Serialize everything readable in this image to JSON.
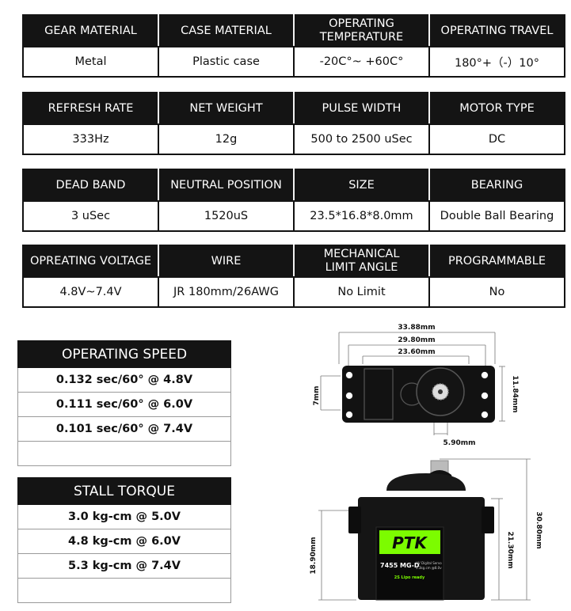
{
  "spec_tables": [
    {
      "headers": [
        [
          "GEAR MATERIAL"
        ],
        [
          "CASE MATERIAL"
        ],
        [
          "OPERATING",
          "TEMPERATURE"
        ],
        [
          "OPERATING TRAVEL"
        ]
      ],
      "values": [
        "Metal",
        "Plastic case",
        "-20C°~ +60C°",
        "180°+（-）10°"
      ]
    },
    {
      "headers": [
        [
          "REFRESH RATE"
        ],
        [
          "NET WEIGHT"
        ],
        [
          "PULSE WIDTH"
        ],
        [
          "MOTOR TYPE"
        ]
      ],
      "values": [
        "333Hz",
        "12g",
        "500 to 2500 uSec",
        "DC"
      ]
    },
    {
      "headers": [
        [
          "DEAD BAND"
        ],
        [
          "NEUTRAL POSITION"
        ],
        [
          "SIZE"
        ],
        [
          "BEARING"
        ]
      ],
      "values": [
        "3 uSec",
        "1520uS",
        "23.5*16.8*8.0mm",
        "Double Ball Bearing"
      ]
    },
    {
      "headers": [
        [
          "OPREATING VOLTAGE"
        ],
        [
          "WIRE"
        ],
        [
          "MECHANICAL",
          "LIMIT ANGLE"
        ],
        [
          "PROGRAMMABLE"
        ]
      ],
      "values": [
        "4.8V~7.4V",
        "JR 180mm/26AWG",
        "No Limit",
        "No"
      ]
    }
  ],
  "operating_speed": {
    "title": "OPERATING SPEED",
    "rows": [
      "0.132 sec/60° @ 4.8V",
      "0.111 sec/60° @ 6.0V",
      "0.101 sec/60° @ 7.4V",
      ""
    ]
  },
  "stall_torque": {
    "title": "STALL TORQUE",
    "rows": [
      "3.0 kg-cm  @ 5.0V",
      "4.8 kg-cm  @ 6.0V",
      "5.3 kg-cm  @ 7.4V",
      ""
    ]
  },
  "top_view": {
    "dims": {
      "overall_width": "33.88mm",
      "hole_span": "29.80mm",
      "body_width": "23.60mm",
      "ear_height": "11.84mm",
      "hole_gap": "7mm",
      "spline_offset": "5.90mm"
    }
  },
  "side_view": {
    "dims": {
      "total_height": "30.80mm",
      "body_height": "21.30mm",
      "lower_height": "18.90mm"
    },
    "label": {
      "logo": "PTK",
      "model": "7455 MG-D",
      "desc_line1": "HV Digital Servo",
      "desc_line2": "5.3kg.cm @8.0v",
      "footer": "2S Lipo ready"
    },
    "colors": {
      "label_green": "#7CFC00",
      "body": "#151515"
    }
  }
}
